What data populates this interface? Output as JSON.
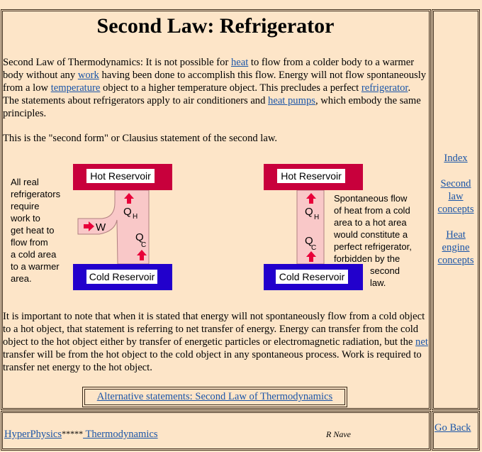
{
  "title": "Second Law: Refrigerator",
  "intro": {
    "t1": "Second Law of Thermodynamics: It is not possible for ",
    "l1": "heat",
    "t2": " to flow from a colder body to a warmer body without any ",
    "l2": "work",
    "t3": " having been done to accomplish this flow. Energy will not flow spontaneously from a low ",
    "l3": "temperature",
    "t4": " object to a higher temperature object. This precludes a perfect ",
    "l4": "refrigerator",
    "t5": ". The statements about refrigerators apply to air conditioners and ",
    "l5": "heat pumps",
    "t6": ", which embody the same principles."
  },
  "clausius": "This is the \"second form\" or Clausius statement of the second law.",
  "diagram_left": {
    "caption": [
      "All real",
      "refrigerators",
      "require",
      "work to",
      "get heat to",
      "flow from",
      "a cold area",
      "to a warmer",
      "area."
    ],
    "hot": "Hot Reservoir",
    "cold": "Cold Reservoir",
    "qh": "Q",
    "qh_sub": "H",
    "qc": "Q",
    "qc_sub": "C",
    "w": "W"
  },
  "diagram_right": {
    "caption": [
      "Spontaneous flow",
      "of heat from a cold",
      "area to a hot area",
      "would constitute a",
      "perfect refrigerator,",
      "forbidden by the"
    ],
    "caption_end": [
      "second",
      "law."
    ],
    "hot": "Hot Reservoir",
    "cold": "Cold Reservoir",
    "qh": "Q",
    "qh_sub": "H",
    "qc": "Q",
    "qc_sub": "C"
  },
  "note": {
    "t1": "It is important to note that when it is stated that energy will not spontaneously flow from a cold object to a hot object, that statement is referring to net transfer of energy. Energy can transfer from the cold object to the hot object either by transfer of energetic particles or electromagnetic radiation, but the ",
    "l1": "net",
    "t2": " transfer will be from the hot object to the cold object in any spontaneous process. Work is required to transfer net energy to the hot object."
  },
  "alt_link": "Alternative statements: Second Law of Thermodynamics",
  "sidebar": {
    "index": "Index",
    "second": [
      "Second",
      "law",
      "concepts"
    ],
    "heat": [
      "Heat",
      "engine",
      "concepts"
    ]
  },
  "footer": {
    "hyperphysics": "HyperPhysics",
    "stars": "*****",
    "thermo": " Thermodynamics",
    "author": "R Nave",
    "go_back": "Go Back"
  },
  "colors": {
    "hot": "#c8003c",
    "cold": "#2200cc",
    "pipe": "#f9c8c8",
    "arrow": "#e8003a"
  }
}
